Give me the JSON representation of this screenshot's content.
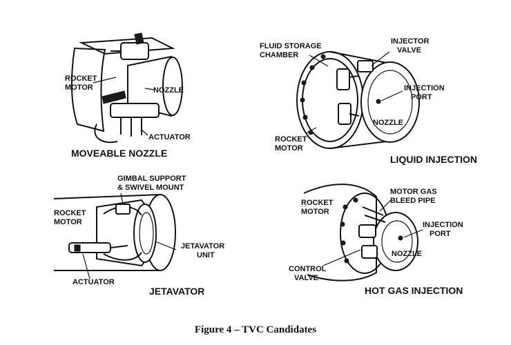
{
  "panels": {
    "moveable_nozzle": {
      "title": "MOVEABLE NOZZLE",
      "labels": {
        "rocket_line1": "ROCKET",
        "rocket_line2": "MOTOR",
        "nozzle": "NOZZLE",
        "actuator": "ACTUATOR"
      }
    },
    "liquid_injection": {
      "title": "LIQUID INJECTION",
      "labels": {
        "storage_line1": "FLUID STORAGE",
        "storage_line2": "CHAMBER",
        "injector_line1": "INJECTOR",
        "injector_line2": "VALVE",
        "port_line1": "INJECTION",
        "port_line2": "PORT",
        "nozzle": "NOZZLE",
        "rocket_line1": "ROCKET",
        "rocket_line2": "MOTOR"
      }
    },
    "jetavator": {
      "title": "JETAVATOR",
      "labels": {
        "gimbal_line1": "GIMBAL SUPPORT",
        "gimbal_line2": "& SWIVEL MOUNT",
        "rocket_line1": "ROCKET",
        "rocket_line2": "MOTOR",
        "unit_line1": "JETAVATOR",
        "unit_line2": "UNIT",
        "actuator": "ACTUATOR"
      }
    },
    "hot_gas_injection": {
      "title": "HOT GAS INJECTION",
      "labels": {
        "rocket_line1": "ROCKET",
        "rocket_line2": "MOTOR",
        "bleed_line1": "MOTOR GAS",
        "bleed_line2": "BLEED PIPE",
        "port_line1": "INJECTION",
        "port_line2": "PORT",
        "nozzle": "NOZZLE",
        "valve_line1": "CONTROL",
        "valve_line2": "VALVE"
      }
    }
  },
  "caption": "Figure 4 – TVC Candidates"
}
